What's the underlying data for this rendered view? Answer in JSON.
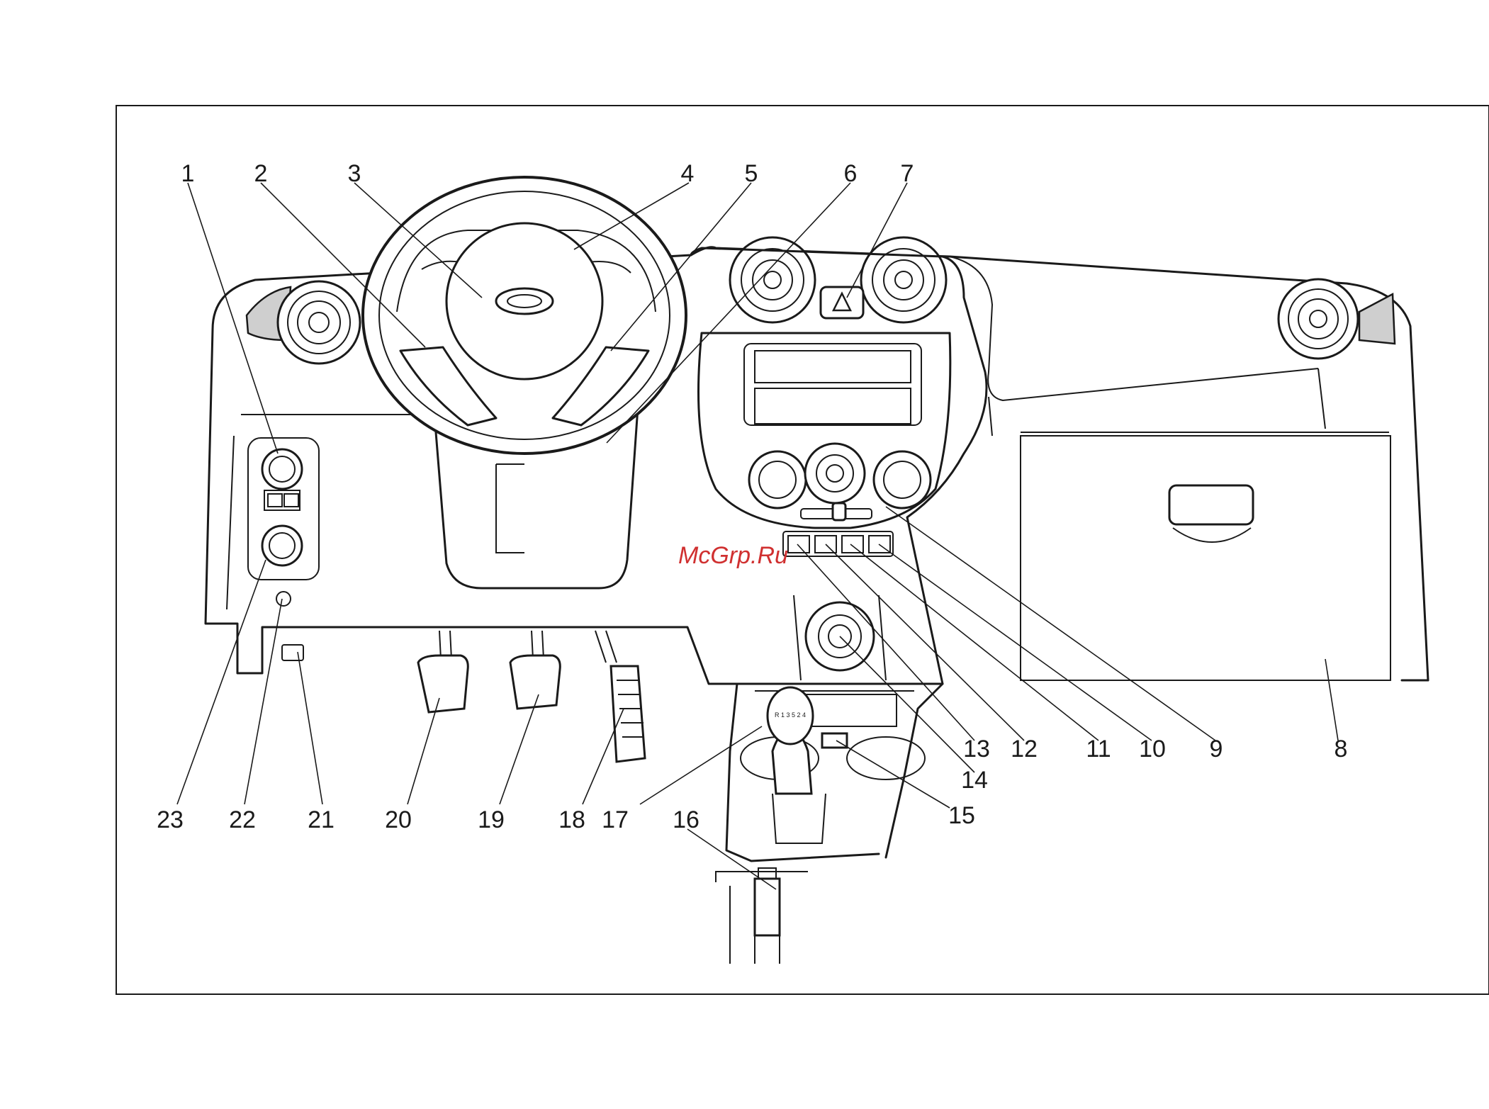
{
  "callouts": [
    {
      "id": "1",
      "text": "1"
    },
    {
      "id": "2",
      "text": "2"
    },
    {
      "id": "3",
      "text": "3"
    },
    {
      "id": "4",
      "text": "4"
    },
    {
      "id": "5",
      "text": "5"
    },
    {
      "id": "6",
      "text": "6"
    },
    {
      "id": "7",
      "text": "7"
    },
    {
      "id": "8",
      "text": "8"
    },
    {
      "id": "9",
      "text": "9"
    },
    {
      "id": "10",
      "text": "10"
    },
    {
      "id": "11",
      "text": "11"
    },
    {
      "id": "12",
      "text": "12"
    },
    {
      "id": "13",
      "text": "13"
    },
    {
      "id": "14",
      "text": "14"
    },
    {
      "id": "15",
      "text": "15"
    },
    {
      "id": "16",
      "text": "16"
    },
    {
      "id": "17",
      "text": "17"
    },
    {
      "id": "18",
      "text": "18"
    },
    {
      "id": "19",
      "text": "19"
    },
    {
      "id": "20",
      "text": "20"
    },
    {
      "id": "21",
      "text": "21"
    },
    {
      "id": "22",
      "text": "22"
    },
    {
      "id": "23",
      "text": "23"
    }
  ],
  "watermark": "McGrp.Ru",
  "gearshift_pattern": "R 1 3 5 2 4",
  "colors": {
    "line": "#1a1a1a",
    "watermark": "#d03030",
    "background": "#ffffff"
  }
}
